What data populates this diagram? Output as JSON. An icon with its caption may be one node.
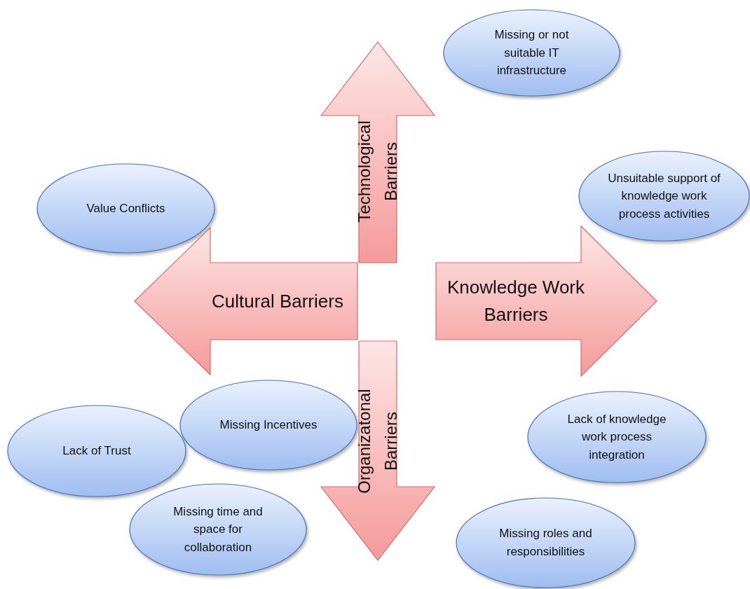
{
  "diagram": {
    "nodes": [
      {
        "text": [
          "Missing or not suitable IT infrastructure"
        ]
      },
      {
        "text": [
          "Technological Barriers"
        ]
      },
      {
        "text": [
          "Value Conflicts"
        ]
      },
      {
        "text": [
          "Unsuitable support of knowledge work process activities"
        ]
      },
      {
        "text": [
          "Cultural Barriers"
        ]
      },
      {
        "text": [
          "Knowledge Work Barriers"
        ]
      },
      {
        "text": [
          "Missing Incentives"
        ]
      },
      {
        "text": [
          "Lack of knowledge work process integration"
        ]
      },
      {
        "text": [
          "Lack of Trust"
        ]
      },
      {
        "text": [
          "Organizatonal Barriers"
        ]
      },
      {
        "text": [
          "Missing time and space for collaboration"
        ]
      },
      {
        "text": [
          "Missing roles and responsibilities"
        ]
      }
    ]
  }
}
